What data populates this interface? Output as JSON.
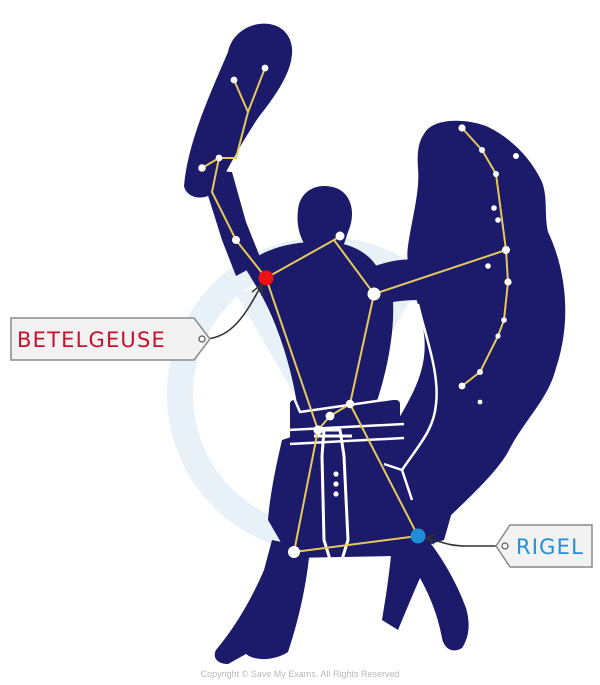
{
  "labels": {
    "betelgeuse": "BETELGEUSE",
    "rigel": "RIGEL"
  },
  "copyright": "Copyright © Save My Exams. All Rights Reserved",
  "colors": {
    "silhouette": "#1b1a6b",
    "constellation_lines": "#e6c95a",
    "star": "#ffffff",
    "betelgeuse": "#ee1111",
    "rigel": "#1f8fd8",
    "betelgeuse_text": "#c8102e",
    "rigel_text": "#1f8fd8",
    "tag_fill": "#f2f2f2",
    "tag_border": "#8a8a8a",
    "watermark": "#e6f0f7"
  }
}
